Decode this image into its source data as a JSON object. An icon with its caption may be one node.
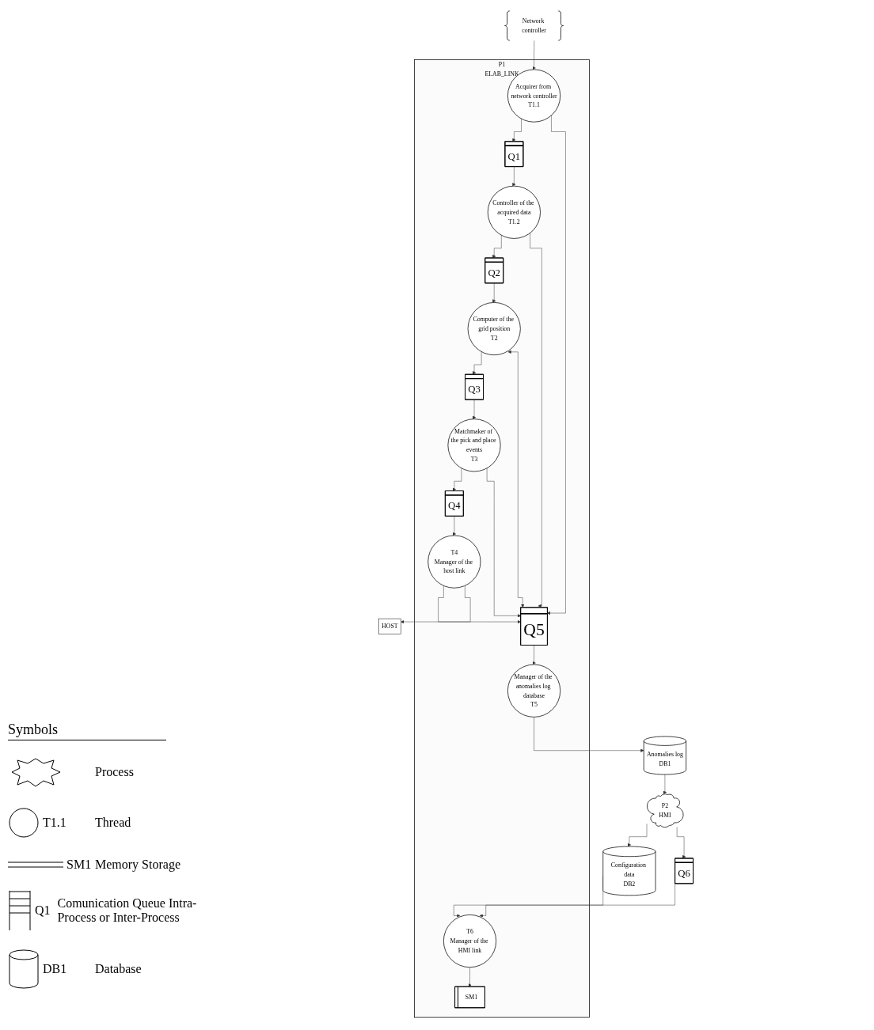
{
  "diagram": {
    "nodes": [
      {
        "text": [
          "P1",
          "ELAB_LINK"
        ]
      },
      {
        "text": [
          "Network controller"
        ]
      },
      {
        "text": [
          "Acquirer from network controller",
          "T1.1"
        ],
        "in": 0
      },
      {
        "text": [
          "Q1"
        ],
        "in": 0
      },
      {
        "text": [
          "Controller of the acquired data",
          "T1.2"
        ],
        "in": 0
      },
      {
        "text": [
          "Q2"
        ],
        "in": 0
      },
      {
        "text": [
          "Computer of the grid position",
          "T2"
        ],
        "in": 0
      },
      {
        "text": [
          "Q3"
        ],
        "in": 0
      },
      {
        "text": [
          "Matchmaker of the pick and place events",
          "T3"
        ],
        "in": 0
      },
      {
        "text": [
          "Q4"
        ],
        "in": 0
      },
      {
        "text": [
          "Q5"
        ],
        "in": 0
      },
      {
        "text": [
          "SM1"
        ],
        "in": 0
      },
      {
        "text": [
          "T4",
          "Manager of the host link"
        ],
        "in": 0
      },
      {
        "text": [
          "Manager of the anomalies log database",
          "T5"
        ],
        "in": 0
      },
      {
        "text": [
          "T6",
          "Manager of the HMI link"
        ],
        "in": 0
      },
      {
        "text": [
          "HOST"
        ]
      },
      {
        "text": [
          "Anomalies log",
          "DB1"
        ]
      },
      {
        "text": [
          "Configuration data",
          "DB2"
        ]
      },
      {
        "text": [
          "Q6"
        ]
      },
      {
        "text": [
          "P2",
          "HMI"
        ]
      }
    ],
    "edges": [
      {
        "from": 1,
        "to": 2,
        "arrow": "to"
      },
      {
        "from": 2,
        "to": 3,
        "arrow": "to"
      },
      {
        "from": 3,
        "to": 4,
        "arrow": "to"
      },
      {
        "from": 4,
        "to": 5,
        "arrow": "to"
      },
      {
        "from": 5,
        "to": 6,
        "arrow": "to"
      },
      {
        "from": 6,
        "to": 7,
        "arrow": "to"
      },
      {
        "from": 7,
        "to": 8,
        "arrow": "to"
      },
      {
        "from": 8,
        "to": 9,
        "arrow": "to"
      },
      {
        "from": 9,
        "to": 12,
        "arrow": "to"
      },
      {
        "from": 2,
        "to": 10,
        "arrow": "to"
      },
      {
        "from": 4,
        "to": 10,
        "arrow": "to"
      },
      {
        "from": 10,
        "to": 6,
        "arrow": "both"
      },
      {
        "from": 8,
        "to": 10,
        "arrow": "to"
      },
      {
        "from": 12,
        "to": 10,
        "arrow": "to"
      },
      {
        "from": 10,
        "to": 13,
        "arrow": "to"
      },
      {
        "from": 14,
        "to": 11,
        "arrow": "to"
      },
      {
        "from": 12,
        "to": 15,
        "arrow": "to"
      },
      {
        "from": 13,
        "to": 16,
        "arrow": "to"
      },
      {
        "from": 17,
        "to": 14,
        "arrow": "to"
      },
      {
        "from": 18,
        "to": 14,
        "arrow": "to"
      },
      {
        "from": 16,
        "to": 19,
        "arrow": "to"
      },
      {
        "from": 19,
        "to": 17,
        "arrow": "to"
      },
      {
        "from": 19,
        "to": 18,
        "arrow": "to"
      }
    ],
    "labels": [
      "Symbols",
      "T1.1",
      "SM1",
      "Q1",
      "DB1"
    ],
    "legend": [
      {
        "text": "Process"
      },
      {
        "text": "Thread"
      },
      {
        "text": "Memory Storage"
      },
      {
        "text": "Comunication Queue Intra-Process or Inter-Process"
      },
      {
        "text": "Database"
      }
    ]
  }
}
